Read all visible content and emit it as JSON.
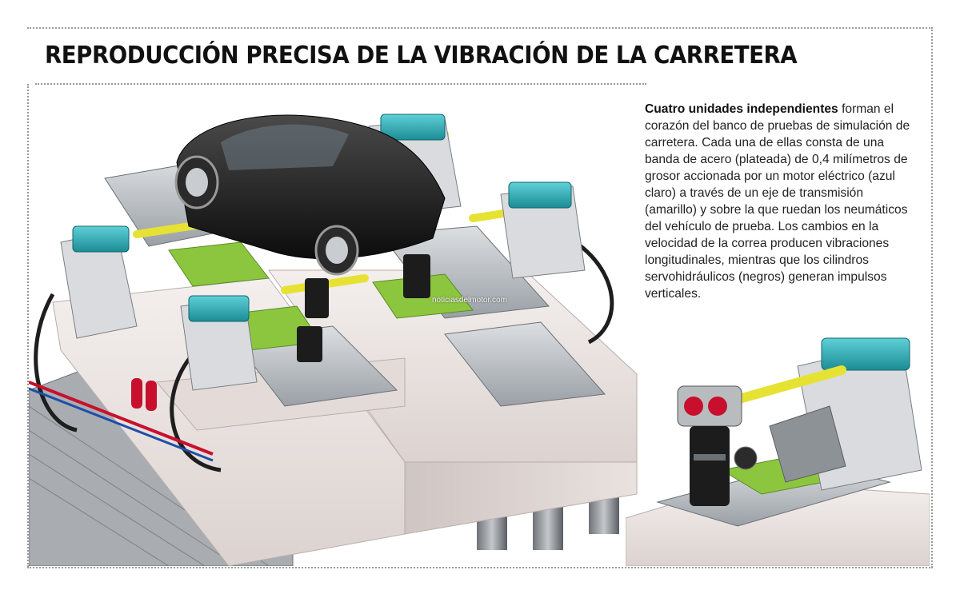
{
  "title": "REPRODUCCIÓN PRECISA DE LA VIBRACIÓN DE LA CARRETERA",
  "body": {
    "lead": "Cuatro unidades independientes",
    "rest": " forman el corazón del banco de pruebas de simulación de carretera. Cada una de ellas consta de una banda de acero (plateada) de 0,4 milímetros de grosor accionada por un motor eléctrico (azul claro) a través de un eje de transmisión (amarillo) y sobre la que ruedan los neumáticos del vehículo de prueba. Los cambios en la velocidad de la correa producen vibraciones longitudinales, mientras que los cilindros servohidráulicos (negros) generan impulsos verticales."
  },
  "watermark": "noticiasdelmotor.com",
  "colors": {
    "motor": "#2ea9b2",
    "shaft": "#e6e233",
    "belt": "#b9bcbf",
    "cylinder": "#1c1c1c",
    "plate": "#8cc63f",
    "block": "#ece5e3",
    "car": "#141414",
    "valve": "#c8102e"
  }
}
